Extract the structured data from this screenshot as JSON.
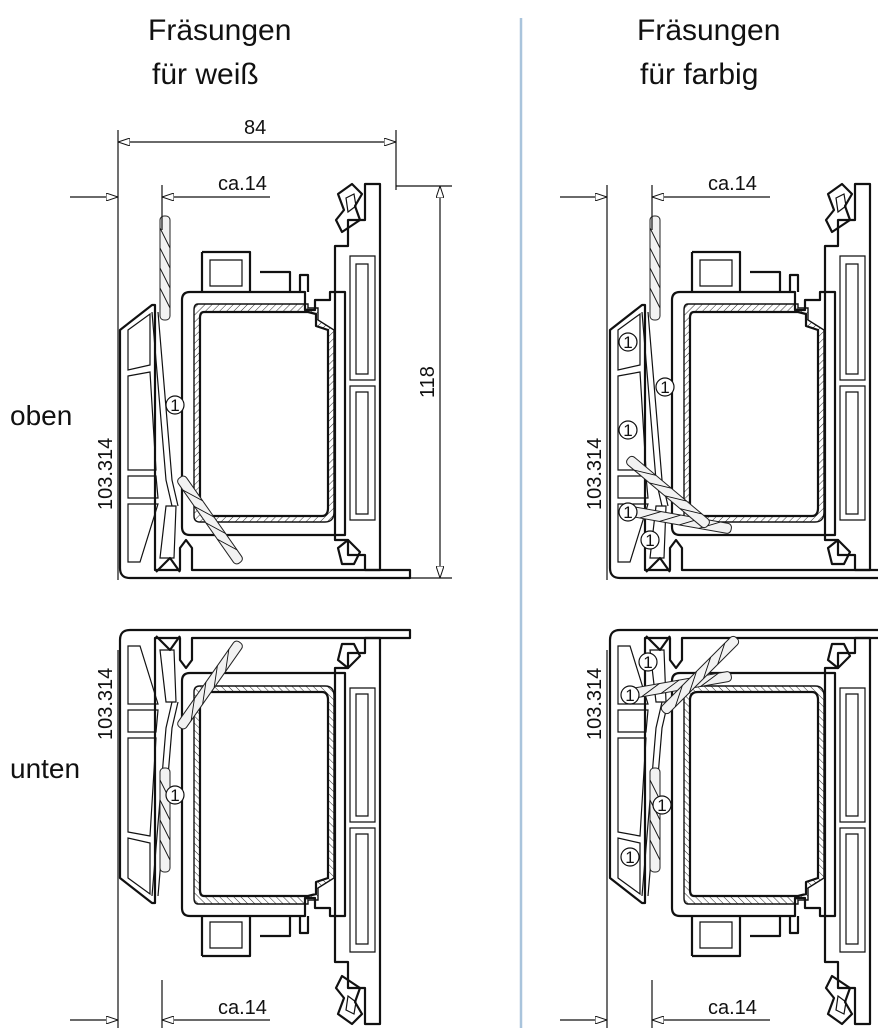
{
  "columns": [
    {
      "title_line1": "Fräsungen",
      "title_line2": "für weiß"
    },
    {
      "title_line1": "Fräsungen",
      "title_line2": "für farbig"
    }
  ],
  "rows": [
    {
      "label": "oben"
    },
    {
      "label": "unten"
    }
  ],
  "dimensions": {
    "width": "84",
    "height": "118",
    "offset": "ca.14",
    "profile_number": "103.314"
  },
  "part_marker": "1",
  "colors": {
    "line": "#111111",
    "divider": "#a9c4dc",
    "background": "#ffffff"
  }
}
